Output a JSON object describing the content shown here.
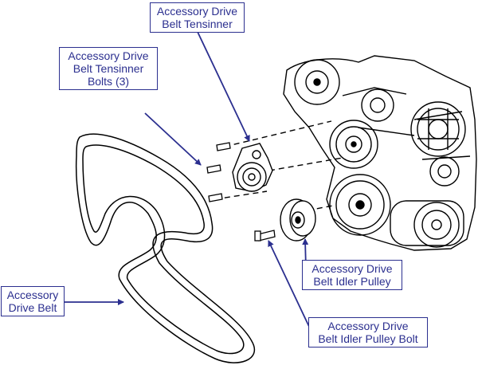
{
  "colors": {
    "callout_text": "#2b2f8f",
    "callout_border": "#2b2f8f",
    "leader_arrow": "#2b2f8f",
    "line_art": "#000000",
    "background": "#ffffff"
  },
  "callouts": {
    "tensioner": {
      "line1": "Accessory Drive",
      "line2": "Belt Tensinner"
    },
    "tensioner_bolts": {
      "line1": "Accessory Drive",
      "line2": "Belt Tensinner",
      "line3": "Bolts (3)"
    },
    "drive_belt": {
      "line1": "Accessory",
      "line2": "Drive Belt"
    },
    "idler_pulley": {
      "line1": "Accessory Drive",
      "line2": "Belt Idler Pulley"
    },
    "idler_pulley_bolt": {
      "line1": "Accessory Drive",
      "line2": "Belt Idler Pulley Bolt"
    }
  }
}
